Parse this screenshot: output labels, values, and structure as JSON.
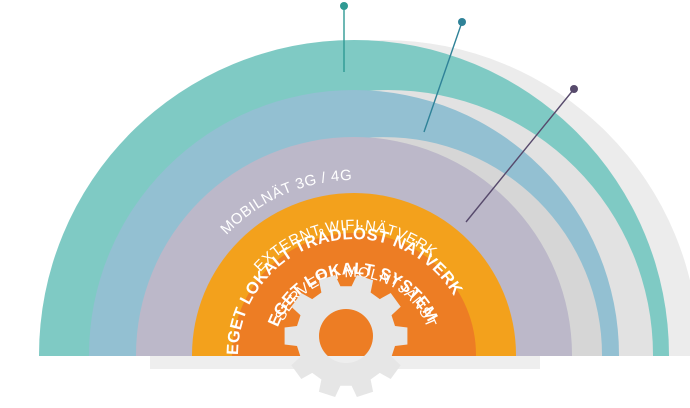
{
  "layers": [
    {
      "label": "MOBILNÄT 3G / 4G",
      "color": "#7fcac4",
      "shade": "#ececec"
    },
    {
      "label": "EXTERNT WIFI NÄTVERK",
      "color": "#93c0d2",
      "shade": "#e2e2e2"
    },
    {
      "label": "SERVER I MOLNTJÄNST",
      "color": "#bcb8c9",
      "shade": "#d6d6d6"
    },
    {
      "label": "EGET LOKALT TRÅDLÖST NÄTVERK",
      "color": "#f3a11c"
    },
    {
      "label": "EGET LOKALT SYSTEM",
      "color": "#ed7d24"
    }
  ],
  "pointers": [
    {
      "color": "#2f9a93"
    },
    {
      "color": "#2f8298"
    },
    {
      "color": "#574a6c"
    }
  ],
  "gear_icon": "gear-icon",
  "gear_color": "#e6e6e6"
}
